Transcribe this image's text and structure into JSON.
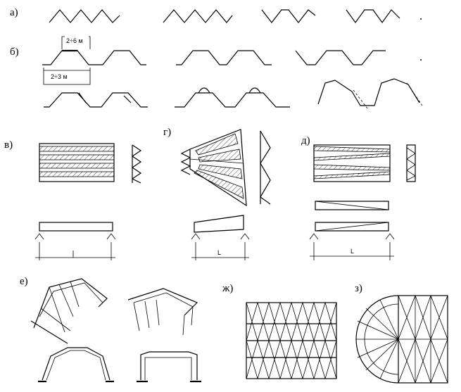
{
  "labels": {
    "a": "а)",
    "b": "б)",
    "v": "в)",
    "g": "г)",
    "d": "д)",
    "e": "е)",
    "zh": "ж)",
    "z": "з)"
  },
  "dimensions": {
    "pleat_width": "2÷6 м",
    "module_width": "2÷3 м",
    "span_g": "L",
    "span_d": "L"
  }
}
